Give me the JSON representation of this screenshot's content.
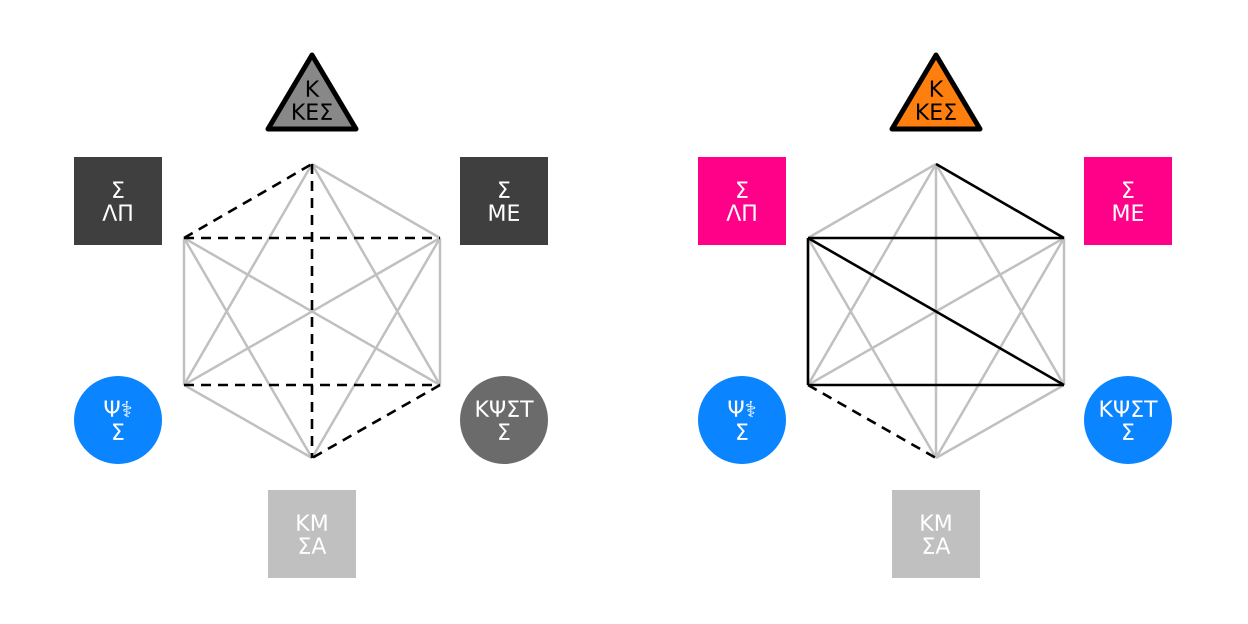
{
  "colors": {
    "edge_gray": "#c0c0c0",
    "edge_black": "#000000",
    "dark": "#3f3f3f",
    "mid": "#6b6b6b",
    "light": "#c0c0c0",
    "blue": "#0a84ff",
    "pink": "#ff0088",
    "orange": "#ff7f0e",
    "text_light": "#ffffff",
    "text_dark": "#000000"
  },
  "diagrams": [
    {
      "nodes": {
        "top": {
          "line1": "Κ",
          "line2": "ΚΕΣ",
          "shape": "triangle",
          "fill": "#888888",
          "text_color": "#000000"
        },
        "ul": {
          "line1": "Σ",
          "line2": "ΛΠ",
          "shape": "square",
          "fill": "#3f3f3f",
          "text_color": "#ffffff"
        },
        "ur": {
          "line1": "Σ",
          "line2": "ΜΕ",
          "shape": "square",
          "fill": "#3f3f3f",
          "text_color": "#ffffff"
        },
        "ll": {
          "line1": "Ψ⚕",
          "line2": "Σ",
          "shape": "circle",
          "fill": "#0a84ff",
          "text_color": "#ffffff"
        },
        "lr": {
          "line1": "ΚΨΣΤ",
          "line2": "Σ",
          "shape": "circle",
          "fill": "#6b6b6b",
          "text_color": "#ffffff"
        },
        "bottom": {
          "line1": "ΚΜ",
          "line2": "ΣΑ",
          "shape": "square",
          "fill": "#c0c0c0",
          "text_color": "#ffffff"
        }
      },
      "highlight_edges": [
        {
          "from": "ul",
          "to": "t",
          "style": "dashed"
        },
        {
          "from": "ul",
          "to": "ur",
          "style": "dashed"
        },
        {
          "from": "t",
          "to": "b",
          "style": "dashed"
        },
        {
          "from": "ll",
          "to": "lr",
          "style": "dashed"
        },
        {
          "from": "lr",
          "to": "b",
          "style": "dashed"
        }
      ]
    },
    {
      "nodes": {
        "top": {
          "line1": "Κ",
          "line2": "ΚΕΣ",
          "shape": "triangle",
          "fill": "#ff7f0e",
          "text_color": "#000000"
        },
        "ul": {
          "line1": "Σ",
          "line2": "ΛΠ",
          "shape": "square",
          "fill": "#ff0088",
          "text_color": "#ffffff"
        },
        "ur": {
          "line1": "Σ",
          "line2": "ΜΕ",
          "shape": "square",
          "fill": "#ff0088",
          "text_color": "#ffffff"
        },
        "ll": {
          "line1": "Ψ⚕",
          "line2": "Σ",
          "shape": "circle",
          "fill": "#0a84ff",
          "text_color": "#ffffff"
        },
        "lr": {
          "line1": "ΚΨΣΤ",
          "line2": "Σ",
          "shape": "circle",
          "fill": "#0a84ff",
          "text_color": "#ffffff"
        },
        "bottom": {
          "line1": "ΚΜ",
          "line2": "ΣΑ",
          "shape": "square",
          "fill": "#c0c0c0",
          "text_color": "#ffffff"
        }
      },
      "highlight_edges": [
        {
          "from": "t",
          "to": "ur",
          "style": "solid"
        },
        {
          "from": "ul",
          "to": "ur",
          "style": "solid"
        },
        {
          "from": "ul",
          "to": "ll",
          "style": "solid"
        },
        {
          "from": "ul",
          "to": "lr",
          "style": "solid"
        },
        {
          "from": "ll",
          "to": "lr",
          "style": "solid"
        },
        {
          "from": "ll",
          "to": "b",
          "style": "dashed"
        }
      ]
    }
  ]
}
